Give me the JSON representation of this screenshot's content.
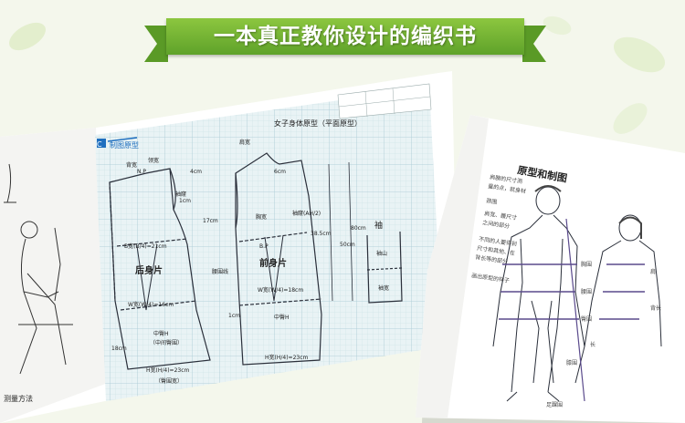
{
  "banner": {
    "title": "一本真正教你设计的编织书"
  },
  "left_page": {
    "section_tag": "C",
    "section_title": "制图原型",
    "chart_title": "女子身体原型（平面原型）",
    "back_label": "后身片",
    "front_label": "前身片",
    "sleeve_label": "袖",
    "bottom_caption": "测量方法",
    "annotations": {
      "back_width": "背宽",
      "neck_width": "领宽",
      "neck_height": "N.P",
      "back_armhole": "袖窿",
      "bust": "B宽(B/4)=21cm",
      "waist_back": "W宽(W/4)=16cm",
      "waist_front": "W宽(W/4)=18cm",
      "hip_back": "H宽(H/4)=23cm",
      "hip_front": "H宽(H/4)=23cm",
      "hip_note": "（臀围宽）",
      "hip_line": "中臀H",
      "hip_line2": "（中间臀围）",
      "len1": "1cm",
      "len2": "17cm",
      "len3": "18cm",
      "len4": "38.5cm",
      "len5": "80cm",
      "len6": "50cm",
      "armhole": "袖窿(AH/2)",
      "sleeve_cap": "袖山",
      "sleeve_width": "袖宽",
      "bp": "B.P",
      "waist_label": "腰围线",
      "cm4": "4cm",
      "cm6": "6cm",
      "cm13": "1cm",
      "shoulder": "肩宽",
      "front_width": "胸宽"
    }
  },
  "right_page": {
    "title": "原型和制图",
    "notes": [
      "肩膀的尺寸测",
      "量的点，就身材",
      "颈围",
      "肩宽、腰尺寸",
      "之间的部分",
      "不同的人要得到",
      "尺寸和其他、在",
      "背长等的部分",
      "画出原型的样子"
    ],
    "labels": {
      "bust": "胸围",
      "waist": "腰围",
      "hip": "臀围",
      "length": "长",
      "knee": "膝围",
      "ankle": "足踝围",
      "shoulder": "肩",
      "back_length": "背长"
    }
  },
  "colors": {
    "banner": "#6fb031",
    "grid": "#a9c9d4",
    "line": "#2a2f3a",
    "tag": "#1f6fbf"
  }
}
